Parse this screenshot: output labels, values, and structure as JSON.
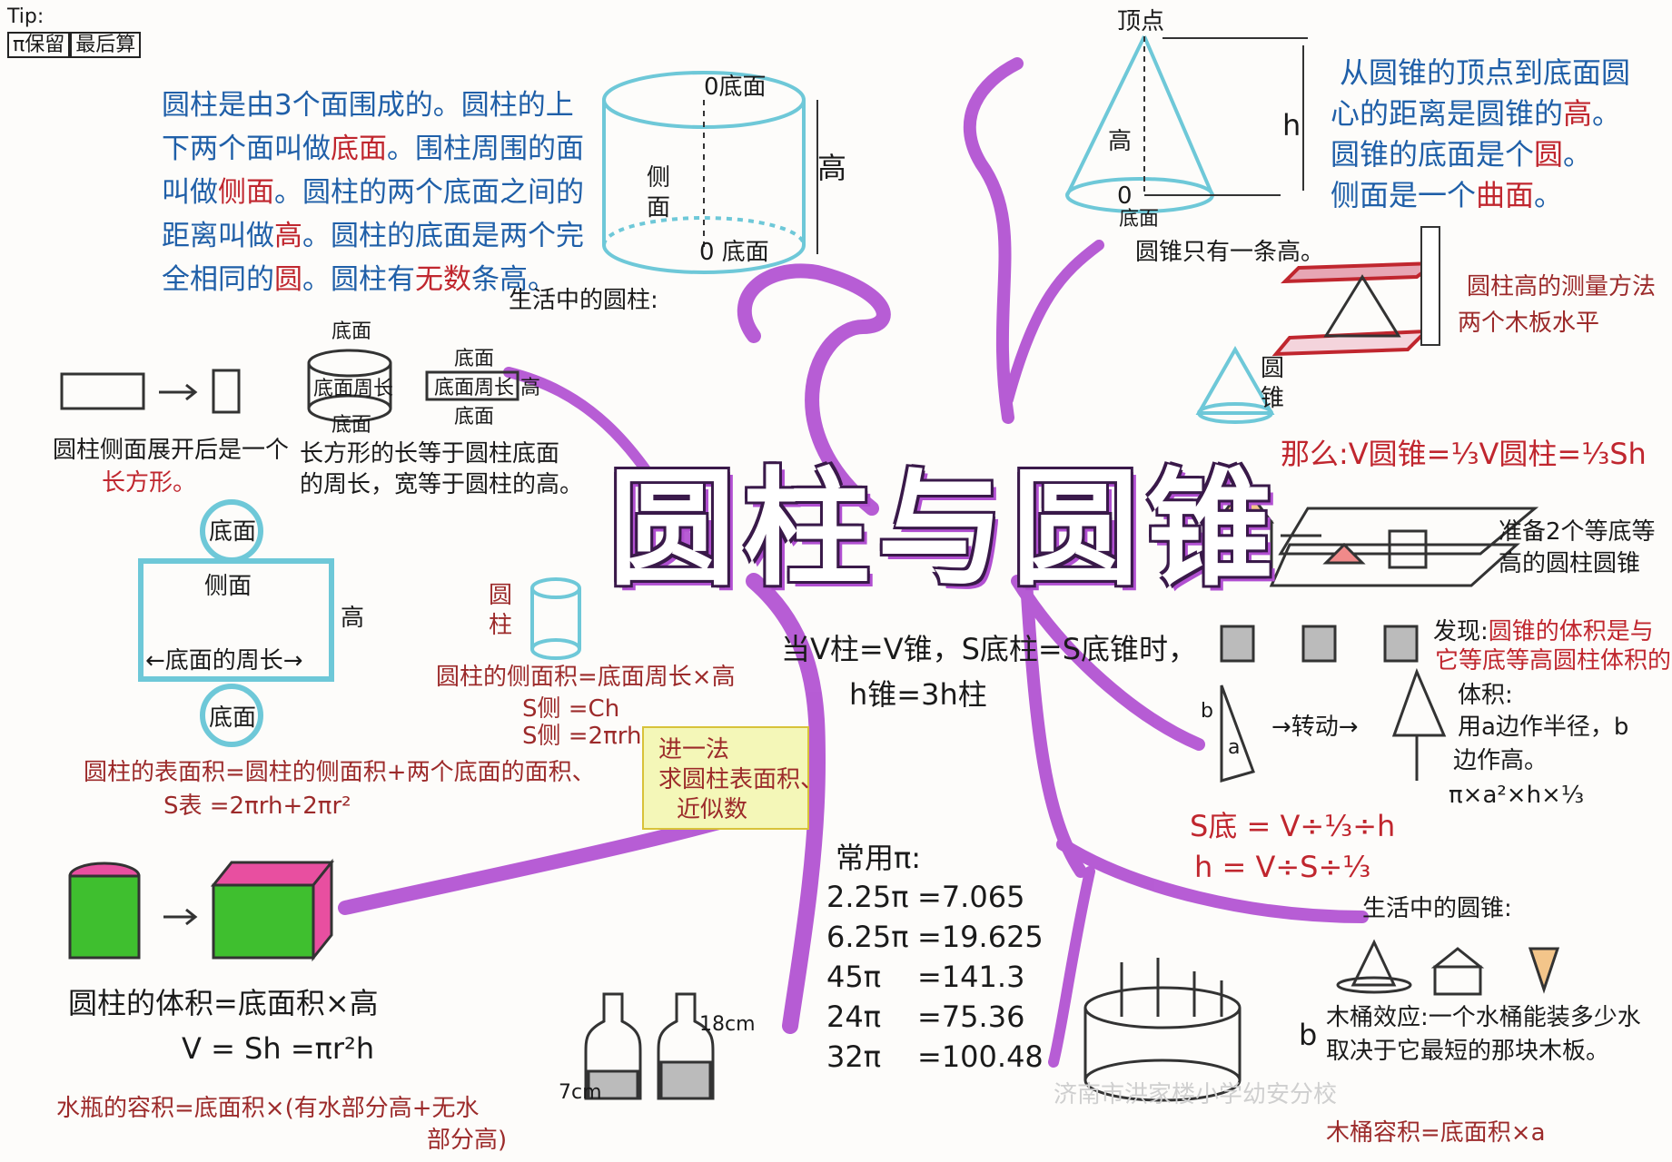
{
  "tip": {
    "label": "Tip:",
    "box1": "π保留",
    "box2": "最后算"
  },
  "title": "圆柱与圆锥",
  "cylinder_def": {
    "s1": "圆柱是由3个面围成的。圆柱的上下两个面叫做",
    "k1": "底面",
    "s2": "。围柱周围的面叫做",
    "k2": "侧面",
    "s3": "。圆柱的两个底面之间的距离叫做",
    "k3": "高",
    "s4": "。圆柱的底面是两个完全相同的",
    "k4": "圆",
    "s5": "。圆柱有",
    "k5": "无数",
    "s6": "条高。"
  },
  "cyl_diagram": {
    "top": "0底面",
    "side": "侧面",
    "bottom": "0 底面",
    "height": "高"
  },
  "life_cylinder": "生活中的圆柱:",
  "unfold": {
    "line1": "圆柱侧面展开后是一个",
    "line2": "长方形。"
  },
  "cyl_parts": {
    "top": "底面",
    "mid": "底面周长",
    "bottom": "底面",
    "rect_label": "底面周长",
    "rect_h": "高",
    "rect_top": "底面",
    "rect_bottom": "底面"
  },
  "rect_relation": {
    "line1": "长方形的长等于圆柱底面",
    "line2": "的周长，宽等于圆柱的高。"
  },
  "net": {
    "top": "底面",
    "side": "侧面",
    "height": "高",
    "perimeter": "←底面的周长→",
    "bottom": "底面"
  },
  "lateral": {
    "tag": "圆柱",
    "formula": "圆柱的侧面积=底面周长×高",
    "f1": "S侧 =Ch",
    "f2": "S侧 =2πrh"
  },
  "surface": {
    "formula": "圆柱的表面积=圆柱的侧面积+两个底面的面积、",
    "eq": "S表  =2πrh+2πr²"
  },
  "round_up": {
    "l1": "进一法",
    "l2": "求圆柱表面积、",
    "l3": "近似数"
  },
  "volume": {
    "formula": "圆柱的体积=底面积×高",
    "eq": "V = Sh =πr²h"
  },
  "bottle": {
    "formula": "水瓶的容积=底面积×(有水部分高+无水",
    "formula2": "部分高)",
    "h1": "18cm",
    "h2": "7cm"
  },
  "equal_vol": {
    "l1": "当V柱=V锥，S底柱=S底锥时，",
    "l2": "h锥=3h柱"
  },
  "pi_table": {
    "head": "常用π:",
    "rows": [
      {
        "k": "2.25π",
        "v": "=7.065"
      },
      {
        "k": "6.25π",
        "v": "=19.625"
      },
      {
        "k": "45π",
        "v": "=141.3"
      },
      {
        "k": "24π",
        "v": "=75.36"
      },
      {
        "k": "32π",
        "v": "=100.48"
      }
    ]
  },
  "cone_diagram": {
    "apex": "顶点",
    "height": "高",
    "base": "底面",
    "center": "0",
    "h": "h"
  },
  "cone_def": {
    "l1a": "从圆锥的顶点到底面圆",
    "l2a": "心的距离是圆锥的",
    "l2k": "高",
    "l2b": "。",
    "l3a": "圆锥的底面是个",
    "l3k": "圆",
    "l3b": "。",
    "l4a": "侧面是一个",
    "l4k": "曲面",
    "l4b": "。"
  },
  "one_height": "圆锥只有一条高。",
  "measure": {
    "l1": "圆柱高的测量方法",
    "l2": "两个木板水平"
  },
  "cone_tag": "圆锥",
  "cone_volume": "那么:V圆锥=⅓V圆柱=⅓Sh",
  "prepare": {
    "l1": "准备2个等底等",
    "l2": "高的圆柱圆锥"
  },
  "discover": {
    "l1": "发现:",
    "k1": "圆锥的体积是与",
    "k2": "它等底等高圆柱体积的⅓"
  },
  "rotate": {
    "arrow": "→转动→",
    "b": "b",
    "a": "a"
  },
  "rot_volume": {
    "l1": "体积:",
    "l2": "用a边作半径，b",
    "l3": "边作高。",
    "l4": "π×a²×h×⅓"
  },
  "cone_solve": {
    "l1": "S底 = V÷⅓÷h",
    "l2": "h = V÷S÷⅓"
  },
  "life_cone": "生活中的圆锥:",
  "barrel": {
    "l1": "木桶效应:一个水桶能装多少水",
    "l2": "取决于它最短的那块木板。",
    "l3": "木桶容积=底面积×a",
    "b": "b"
  },
  "watermark": "济南市洪家楼小学幼安分校",
  "colors": {
    "purple": "#b14fd1",
    "cyan": "#6ec8d8",
    "green": "#3fbf2f",
    "pink": "#e84fa0"
  }
}
